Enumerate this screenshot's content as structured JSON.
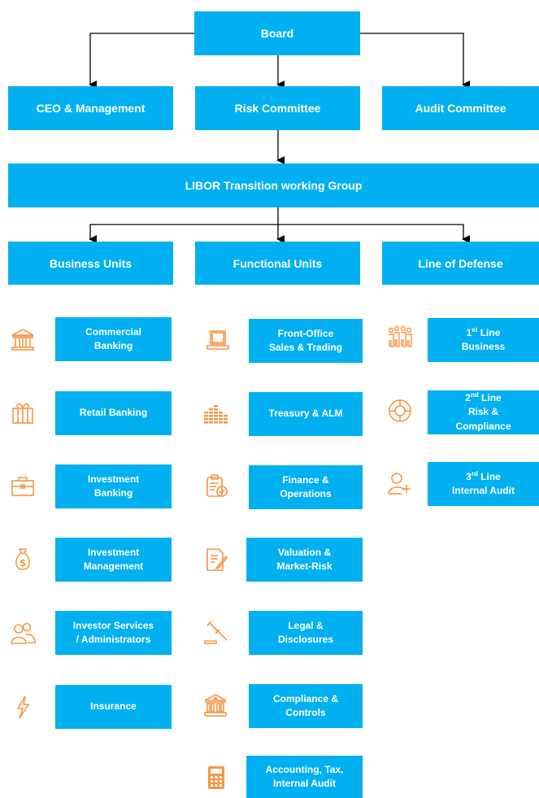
{
  "top": {
    "board": "Board",
    "ceo": "CEO & Management",
    "risk": "Risk Committee",
    "audit": "Audit Committee",
    "working_group": "LIBOR Transition working Group"
  },
  "columns": {
    "business": "Business Units",
    "functional": "Functional Units",
    "defense": "Line of Defense"
  },
  "business_units": [
    {
      "label": "Commercial\nBanking",
      "icon": "bank-icon"
    },
    {
      "label": "Retail Banking",
      "icon": "gift-icon"
    },
    {
      "label": "Investment\nBanking",
      "icon": "briefcase-icon"
    },
    {
      "label": "Investment\nManagement",
      "icon": "money-bag-icon"
    },
    {
      "label": "Investor Services\n/ Administrators",
      "icon": "users-icon"
    },
    {
      "label": "Insurance",
      "icon": "lightning-icon"
    }
  ],
  "functional_units": [
    {
      "label": "Front-Office\nSales & Trading",
      "icon": "laptop-icon"
    },
    {
      "label": "Treasury & ALM",
      "icon": "coin-stacks-icon"
    },
    {
      "label": "Finance &\nOperations",
      "icon": "clipboard-check-icon"
    },
    {
      "label": "Valuation &\nMarket-Risk",
      "icon": "document-edit-icon"
    },
    {
      "label": "Legal &\nDisclosures",
      "icon": "gavel-icon"
    },
    {
      "label": "Compliance &\nControls",
      "icon": "institution-icon"
    },
    {
      "label": "Accounting, Tax,\nInternal Audit",
      "icon": "calculator-icon"
    }
  ],
  "defense_lines": [
    {
      "num": "1",
      "sup": "st",
      "rest": " Line\nBusiness",
      "icon": "team-icon"
    },
    {
      "num": "2",
      "sup": "nd",
      "rest": " Line\nRisk &\nCompliance",
      "icon": "target-icon"
    },
    {
      "num": "3",
      "sup": "rd",
      "rest": " Line\nInternal Audit",
      "icon": "add-user-icon"
    }
  ],
  "colors": {
    "box": "#00b0f0",
    "icon": "#f79646",
    "line": "#000000"
  }
}
